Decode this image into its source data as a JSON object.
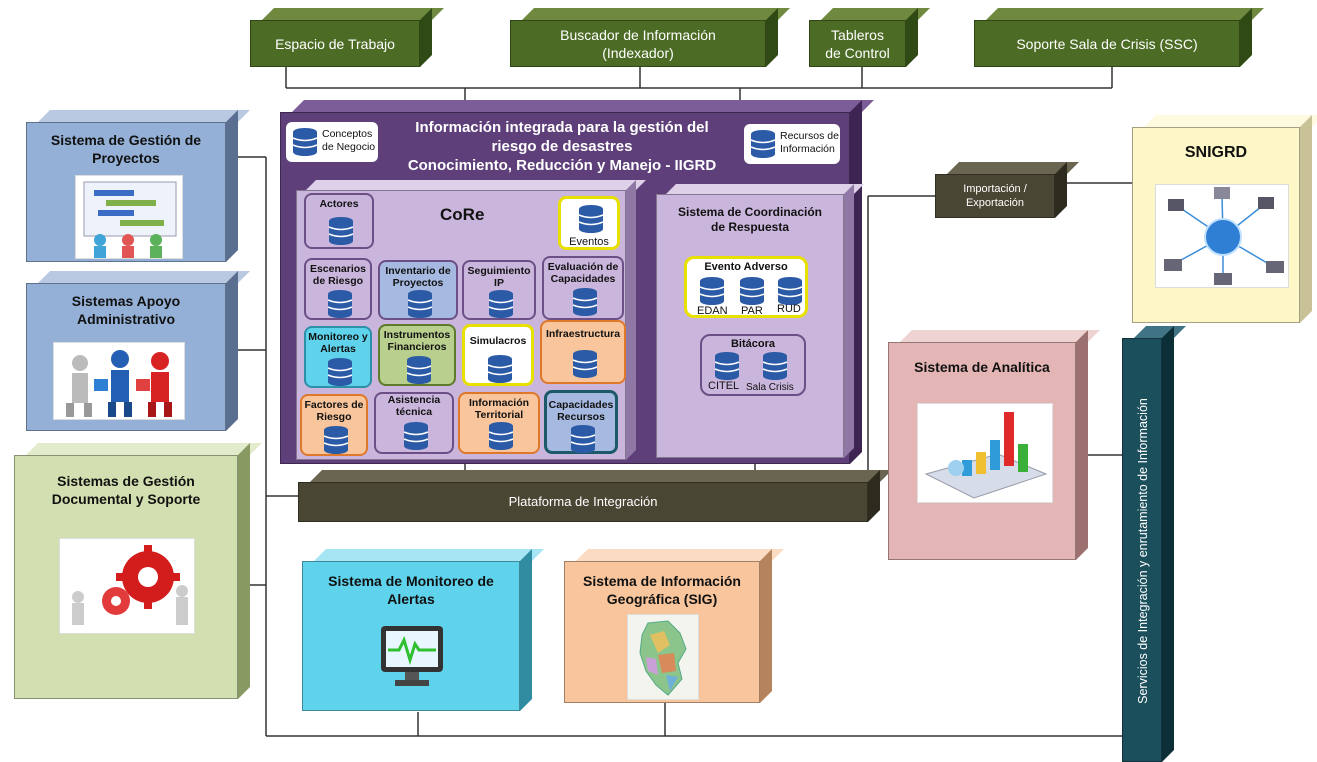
{
  "top_bar": {
    "workspace": "Espacio de Trabajo",
    "search_line1": "Buscador de Información",
    "search_line2": "(Indexador)",
    "dash_line1": "Tableros",
    "dash_line2": "de Control",
    "crisis": "Soporte Sala de Crisis (SSC)"
  },
  "left": {
    "projects_line1": "Sistema de Gestión de",
    "projects_line2": "Proyectos",
    "admin_line1": "Sistemas Apoyo",
    "admin_line2": "Administrativo",
    "docs_line1": "Sistemas de Gestión",
    "docs_line2": "Documental y Soporte"
  },
  "center": {
    "title_line1": "Información integrada para la gestión del",
    "title_line2": "riesgo de desastres",
    "title_line3": "Conocimiento, Reducción y Manejo  - IIGRD",
    "concepts_line1": "Conceptos",
    "concepts_line2": "de Negocio",
    "resources_line1": "Recursos de",
    "resources_line2": "Información",
    "core_title": "CoRe",
    "cells": {
      "actores": "Actores",
      "eventos": "Eventos",
      "escenarios": "Escenarios de Riesgo",
      "inventario": "Inventario de Proyectos",
      "seguimiento": "Seguimiento IP",
      "evaluacion": "Evaluación de Capacidades",
      "monitoreo": "Monitoreo y Alertas",
      "instrumentos": "Instrumentos Financieros",
      "simulacros": "Simulacros",
      "infraestructura": "Infraestructura",
      "factores": "Factores de Riesgo",
      "asistencia": "Asistencia técnica",
      "informacion": "Información Territorial",
      "capacidades": "Capacidades Recursos"
    },
    "coord_line1": "Sistema de Coordinación",
    "coord_line2": "de Respuesta",
    "evento_adverso": "Evento Adverso",
    "edan": "EDAN",
    "par": "PAR",
    "rud": "RUD",
    "bitacora": "Bitácora",
    "citel": "CITEL",
    "sala_crisis": "Sala Crisis"
  },
  "platform": "Plataforma de Integración",
  "import_line1": "Importación /",
  "import_line2": "Exportación",
  "snigrd": "SNIGRD",
  "analytics": "Sistema de  Analítica",
  "monitor_line1": "Sistema de  Monitoreo de",
  "monitor_line2": "Alertas",
  "sig_line1": "Sistema de Información",
  "sig_line2": "Geográfica (SIG)",
  "services": "Servicios de Integración  y  enrutamiento de Información",
  "colors": {
    "green_box": "#4c6b24",
    "dark_box": "#4a4634",
    "purple_outer": "#5e3f79",
    "core_fill": "#cab6dc",
    "blue_box": "#94b0d6",
    "lightgreen_box": "#d2dfb0",
    "yellow_box": "#fdf6c6",
    "pink_box": "#e3b5b5",
    "cyan_box": "#5fd3ec",
    "orange_box": "#f8c59c",
    "teal_bar": "#1c4f5c"
  }
}
